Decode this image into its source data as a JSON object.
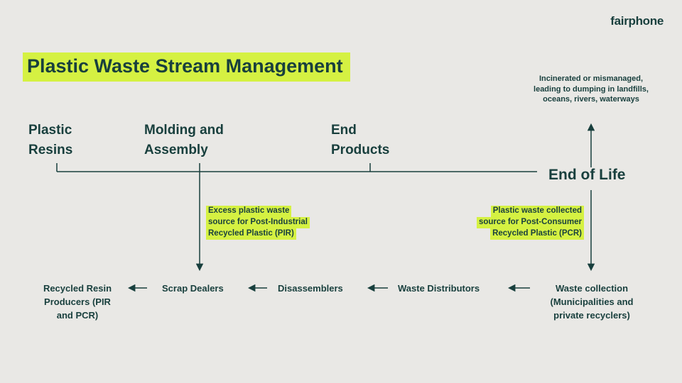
{
  "colors": {
    "background": "#e9e8e5",
    "text_teal": "#183f3d",
    "highlight": "#d5f142"
  },
  "logo": {
    "text": "fairphone"
  },
  "title": "Plastic Waste Stream Management",
  "top_flow": {
    "stages": [
      {
        "label": "Plastic Resins"
      },
      {
        "label": "Molding and Assembly"
      },
      {
        "label": "End Products"
      }
    ],
    "end_of_life": "End of Life",
    "incinerated_note": "Incinerated or mismanaged, leading to dumping in landfills, oceans, rivers, waterways"
  },
  "annotations": {
    "pir": [
      "Excess plastic waste",
      "source for Post-Industrial",
      "Recycled Plastic (PIR)"
    ],
    "pcr": [
      "Plastic waste collected",
      "source for Post-Consumer",
      "Recycled Plastic (PCR)"
    ]
  },
  "bottom_flow": [
    {
      "label": "Recycled Resin Producers (PIR and PCR)"
    },
    {
      "label": "Scrap Dealers"
    },
    {
      "label": "Disassemblers"
    },
    {
      "label": "Waste Distributors"
    },
    {
      "label": "Waste collection (Municipalities and private recyclers)"
    }
  ]
}
